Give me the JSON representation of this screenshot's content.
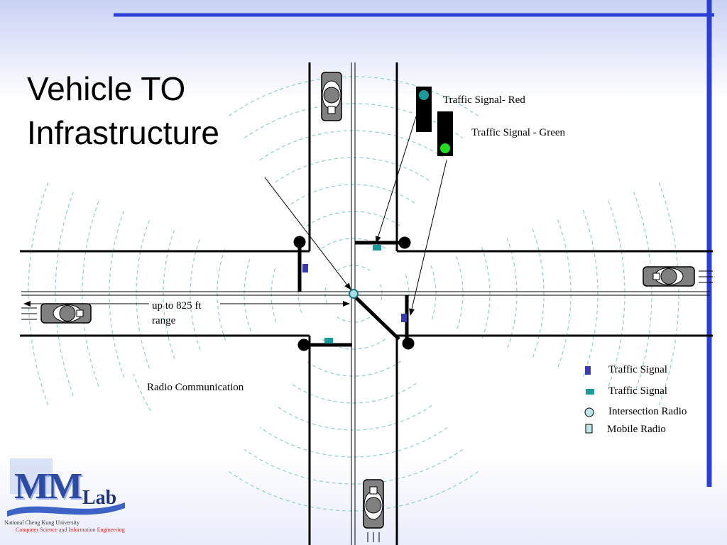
{
  "title": "Vehicle TO Infrastructure",
  "labels": {
    "signal_red": "Traffic Signal- Red",
    "signal_green": "Traffic Signal - Green",
    "range": "up to 825 ft\nrange",
    "radio_comm": "Radio Communication"
  },
  "legend": [
    {
      "label": "Traffic Signal",
      "icon": "blue-square-icon"
    },
    {
      "label": "Traffic Signal",
      "icon": "teal-rectangle-icon"
    },
    {
      "label": "Intersection Radio",
      "icon": "circle-icon"
    },
    {
      "label": "Mobile Radio",
      "icon": "small-square-icon"
    }
  ],
  "logo": {
    "mark": "MM",
    "lab": "Lab",
    "university": "National Cheng Kung University",
    "department": "Computer Science and Information Engineering"
  },
  "colors": {
    "accent_blue": "#2b3fd6",
    "signal_blue": "#3a3ab0",
    "signal_teal": "#1a9a9a",
    "signal_red_lamp": "#1a9a9a",
    "signal_green_lamp": "#22dd22",
    "radio_wave": "#8ccfcf"
  }
}
